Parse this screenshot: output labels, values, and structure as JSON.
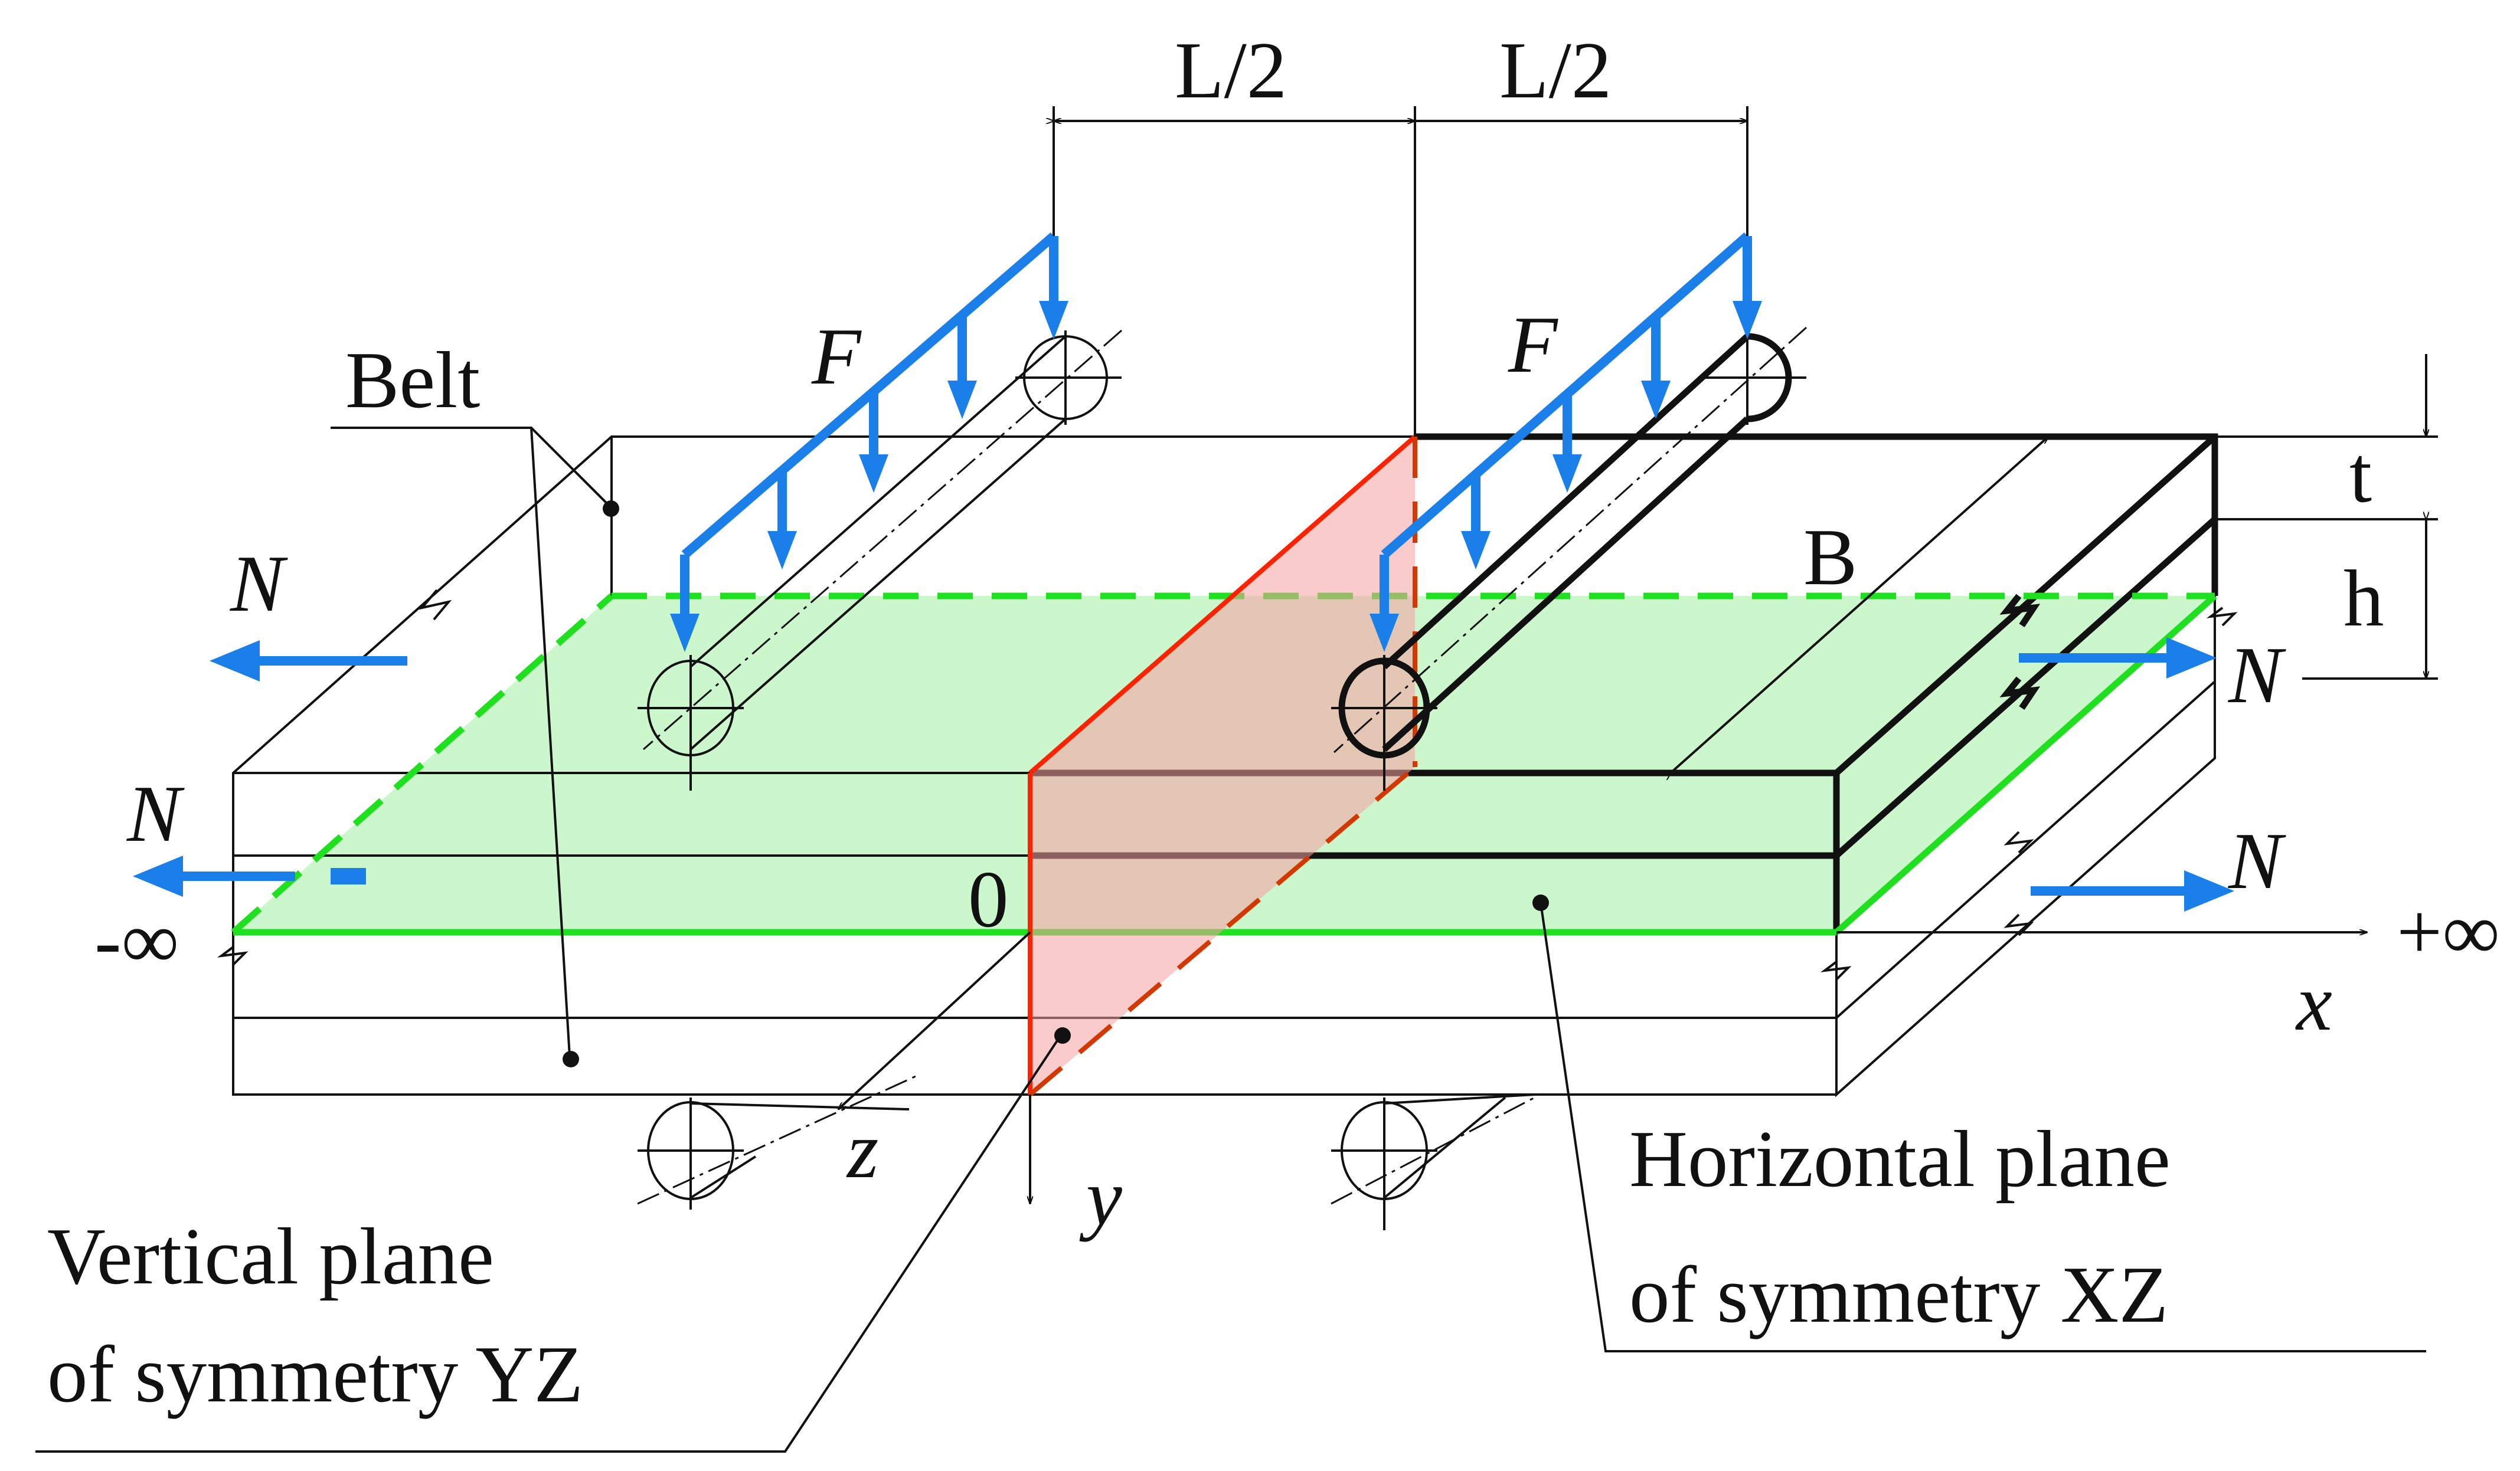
{
  "labels": {
    "belt": "Belt",
    "force_left": "F",
    "force_right": "F",
    "half_span_left": "L/2",
    "half_span_right": "L/2",
    "width": "B",
    "thickness_t": "t",
    "thickness_h": "h",
    "tension_upper_left": "N",
    "tension_lower_left": "N",
    "tension_upper_right": "N",
    "tension_lower_right": "N",
    "origin": "0",
    "minus_infinity": "-∞",
    "plus_infinity": "+∞",
    "axis_x": "x",
    "axis_y": "y",
    "axis_z": "z",
    "vertical_plane_line1": "Vertical plane",
    "vertical_plane_line2": "of symmetry YZ",
    "horizontal_plane_line1": "Horizontal plane",
    "horizontal_plane_line2": "of symmetry XZ"
  },
  "colors": {
    "load_arrows": "#1a7fe8",
    "horizontal_plane_fill": "#ccf7cc",
    "horizontal_plane_edge": "#1ee01e",
    "vertical_plane_fill": "#f7b8b8",
    "vertical_plane_edge": "#ff2200",
    "lines": "#111111"
  }
}
